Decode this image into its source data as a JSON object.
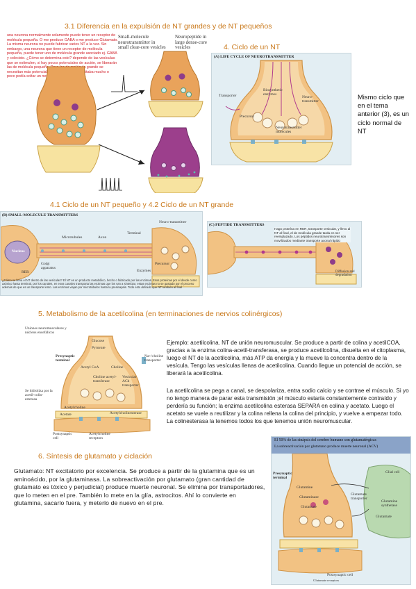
{
  "headings": {
    "h31": "3.1 Diferencia en la expulsión de NT grandes y de NT pequeños",
    "h4": "4.        Ciclo de un NT",
    "h41": "4.1 Ciclo de un NT pequeño y 4.2 Ciclo de un NT grande",
    "h5": "5.  Metabolismo de la acetilcolina (en terminaciones de nervios colinérgicos)",
    "h6": "6.  Síntesis de glutamato y ciclación"
  },
  "fig31": {
    "red_note": "una neurona normalmente solamente puede tener un receptor de molécula pequeña. O me produce GABA o me produce Glutamato. La misma neurona no puede fabricar varios NT a la vez. Sin embargo, una neurona que tiene un receptor de molécula pequeña, puede tener uno de molécula grande asociado ej. GABA y colecisto. ¿Cómo se determina esto? depende de las vesículas que se estimulen, si hay pocos potenciales de acción, se liberarán las de molécula pequeña. Para los de molécula grande se necesitan más potenciales de acción. Si se excitaba mucho o poco podía soltar un neurotransmisor o los dos.",
    "label_small": "Small-molecule neurotransmitter in small clear-core vesicles",
    "label_neuro": "Neuropeptide in large dense-core vesicles"
  },
  "fig4": {
    "panel_title": "(A) LIFE CYCLE OF NEUROTRANSMITTER",
    "labels": {
      "transporter": "Transporter",
      "enzymes": "Biosynthetic enzymes",
      "neuro": "Neuro-transmitter",
      "precursor": "Precursor",
      "molecules": "Neurotransmitter molecules"
    },
    "side_note": "Mismo ciclo que en el tema anterior (3), es un ciclo normal de NT"
  },
  "fig41": {
    "panel_b_title": "(B) SMALL-MOLECULE TRANSMITTERS",
    "panel_c_title": "(C) PEPTIDE TRANSMITTERS",
    "labels_b": {
      "nucleus": "Nucleus",
      "microtubules": "Microtubules",
      "axon": "Axon",
      "terminal": "Terminal",
      "neuro": "Neuro-transmitter",
      "golgi": "Golgi apparatus",
      "rer": "RER",
      "precursor": "Precursor",
      "enzymes": "Enzymes"
    },
    "note_b": "¿Cómo se llena el NT dentro de las vesículas? El NT es un producto metabólico, hecho o fabricado por las enzimas. Esos proteínas por el desde como axónico hasta terminal, por los canales, en esos canales transporta las enzimas que los van a sintetizar, estas enzimas no se gastado por el proceso además de que es un transporte lento. Las enzimas viajan por microtúbulos hasta la presinapsis. Todo esto definido que NT también al final",
    "note_c": "Hago proteína en RER, transporte vesicular, y llevo al NT al final, el de molécula grande tarda en ser reemplazado. Los péptidos neurotransmisores son movilizados mediante transporte axonal rápido",
    "label_diffusion": "Diffusion and degradation"
  },
  "fig5": {
    "left_label_top": "Uniones neuromusculares y núcleos encefálicos",
    "left_label_bottom": "Se hidroliza por la acetil-colin-esterasa",
    "labels": {
      "presyn": "Presynaptic terminal",
      "glucose": "Glucose",
      "pyruvate": "Pyruvate",
      "acetyl_coa": "Acetyl CoA",
      "choline": "Choline",
      "na_choline": "Na+/choline transporter",
      "chat": "Choline acetyl-transferase",
      "vesicular": "Vesicular ACh transporter",
      "ach": "Acetylcholine",
      "acetate": "Acetate",
      "ache": "Acetylcholinesterase",
      "postsyn": "Postsynaptic cell",
      "receptors": "Acetylcholine receptors"
    },
    "paragraph1": "Ejemplo: acetilcolina. NT de unión neuromuscular. Se produce a partir de colina y acetilCOA, gracias a la enzima colina-acetil-transferasa, se produce acetilcolina, disuelta en el citoplasma, luego el NT de la acetilcolina, más ATP da energía y la mueve la concentra dentro de la vesícula. Tengo las vesículas llenas de acetilcolina. Cuando llegue un potencial de acción, se liberará la acetilcolina.",
    "paragraph2": "La acetilcolina se pega a canal, se despolariza, entra sodio calcio y se contrae el músculo. Si yo no tengo manera de parar esta transmisión ;el músculo estaría constantemente contraído y perdería su función; la enzima acetilcolina esterasa SEPARA en colina y acetato. Luego el acetato se vuele a reutilizar y la colina rellena la colina del principio, y vuelve a empezar todo. La colinesterasa la tenemos todos los que tenemos unión neuromuscular."
  },
  "fig6": {
    "banner": "El 50% de las sinápsis  del cerebro humano son glutamatérgicas",
    "subtitle": "La sobreactivación por glutamato produce muerte neuronal (ACV)",
    "labels": {
      "glial": "Glial cell",
      "presyn": "Presynaptic terminal",
      "glutamine": "Glutamine",
      "glutaminase": "Glutaminase",
      "glutamate": "Glutamate",
      "transporter": "Glutamate transporter",
      "synthetase": "Glutamine synthetase",
      "vglut": "Glutamate",
      "postsyn": "Postsynaptic cell",
      "receptors": "Glutamate receptors"
    },
    "paragraph": "Glutamato: NT excitatorio por excelencia. Se produce a partir de la glutamina que es un aminoácido, por la glutaminasa. La sobreactivación por glutamato (gran cantidad de glutamato es tóxico y perjudicial) produce muerte neuronal. Se elimina por transportadores, que lo meten en el pre. También lo mete en la glía, astrocitos. Ahí lo convierte en glutamina, sacarlo fuera, y meterlo de nuevo en el pre."
  },
  "colors": {
    "heading": "#c9781a",
    "note_red": "#d0202a",
    "panel_bg": "#e3eef3",
    "cytoplasm": "#f4c98a",
    "membrane": "#d9a24a",
    "vesicle": "#f6f0dc",
    "magenta": "#b03a8e",
    "banner_bg": "#8aa3c8"
  }
}
